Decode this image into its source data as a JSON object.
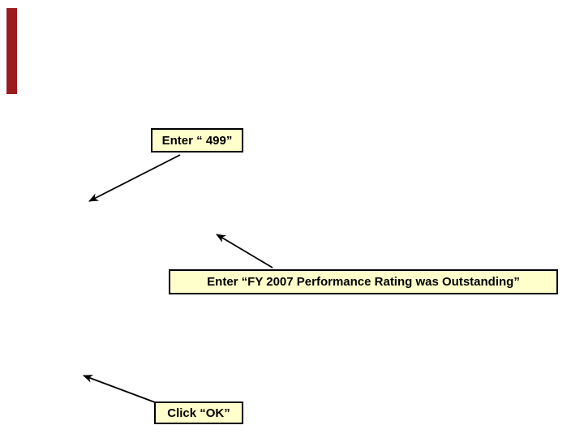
{
  "slide": {
    "background_color": "#FFFFFF",
    "colors": {
      "background": "#FFFFFF",
      "callout_bg": "#FFFFCC",
      "callout_border": "#000000",
      "callout_text": "#000000",
      "arrow": "#000000",
      "accent_bar": "#9B1C1F"
    },
    "callouts": [
      {
        "label": "Enter “ 499”"
      },
      {
        "label": "Enter “FY 2007 Performance Rating was Outstanding”"
      },
      {
        "label": "Click “OK”"
      }
    ]
  }
}
